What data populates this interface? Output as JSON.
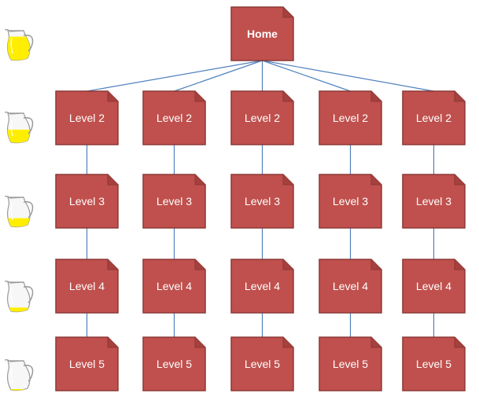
{
  "colors": {
    "box_fill": "#c0504d",
    "box_stroke": "#8c3836",
    "connector": "#4f81bd",
    "box_text": "#ffffff",
    "juice": "#ffee00",
    "pitcher_outline": "#9a9a9a"
  },
  "icons": {
    "page_box": "folded-corner-page-icon",
    "pitcher": "pitcher-icon"
  },
  "hierarchy": {
    "root": {
      "label": "Home"
    },
    "branches": [
      {
        "levels": [
          "Level 2",
          "Level 3",
          "Level 4",
          "Level 5"
        ]
      },
      {
        "levels": [
          "Level 2",
          "Level 3",
          "Level 4",
          "Level 5"
        ]
      },
      {
        "levels": [
          "Level 2",
          "Level 3",
          "Level 4",
          "Level 5"
        ]
      },
      {
        "levels": [
          "Level 2",
          "Level 3",
          "Level 4",
          "Level 5"
        ]
      },
      {
        "levels": [
          "Level 2",
          "Level 3",
          "Level 4",
          "Level 5"
        ]
      }
    ]
  },
  "pitchers": [
    {
      "row": "Home",
      "fill_fraction": 0.8
    },
    {
      "row": "Level 2",
      "fill_fraction": 0.45
    },
    {
      "row": "Level 3",
      "fill_fraction": 0.3
    },
    {
      "row": "Level 4",
      "fill_fraction": 0.15
    },
    {
      "row": "Level 5",
      "fill_fraction": 0.05
    }
  ]
}
